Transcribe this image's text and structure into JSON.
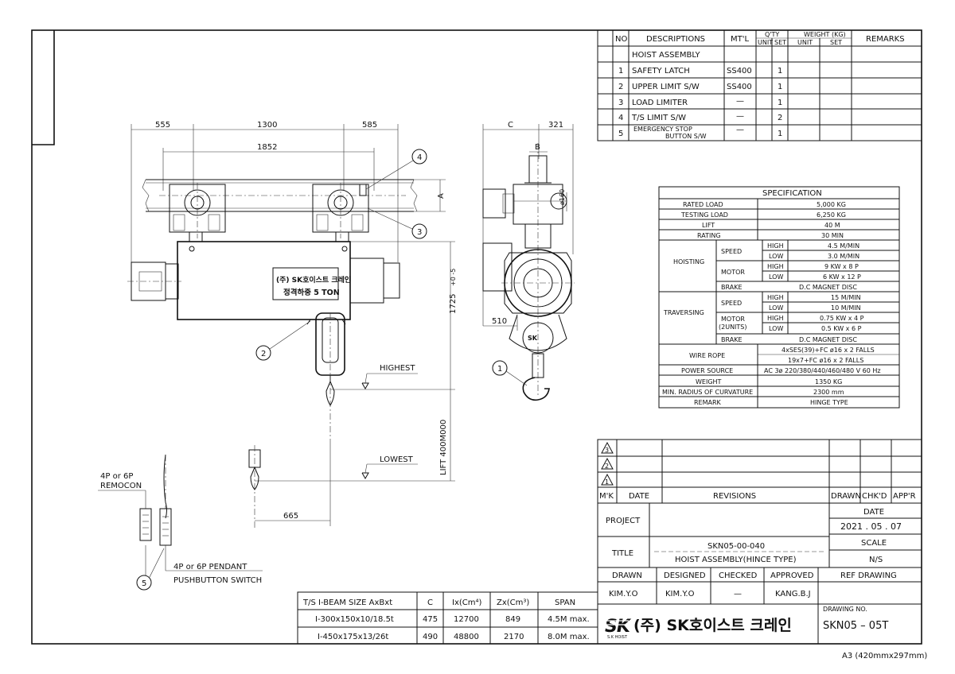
{
  "parts_table": {
    "headers": {
      "no": "NO",
      "descriptions": "DESCRIPTIONS",
      "mtl": "MT'L",
      "qty": "Q'TY",
      "qty_unit": "UNIT",
      "qty_set": "SET",
      "weight": "WEIGHT (KG)",
      "weight_unit": "UNIT",
      "weight_set": "SET",
      "remarks": "REMARKS"
    },
    "rows": [
      {
        "no": "",
        "desc": "HOIST ASSEMBLY",
        "mtl": "",
        "set": ""
      },
      {
        "no": "1",
        "desc": "SAFETY LATCH",
        "mtl": "SS400",
        "set": "1"
      },
      {
        "no": "2",
        "desc": "UPPER LIMIT S/W",
        "mtl": "SS400",
        "set": "1"
      },
      {
        "no": "3",
        "desc": "LOAD LIMITER",
        "mtl": "—",
        "set": "1"
      },
      {
        "no": "4",
        "desc": "T/S LIMIT S/W",
        "mtl": "—",
        "set": "2"
      },
      {
        "no": "5",
        "desc": "EMERGENCY STOP",
        "desc2": "BUTTON S/W",
        "mtl": "—",
        "set": "1"
      }
    ]
  },
  "spec": {
    "title": "SPECIFICATION",
    "rated_load": {
      "label": "RATED LOAD",
      "value": "5,000 KG"
    },
    "testing_load": {
      "label": "TESTING LOAD",
      "value": "6,250 KG"
    },
    "lift": {
      "label": "LIFT",
      "value": "40 M"
    },
    "rating": {
      "label": "RATING",
      "value": "30 MIN"
    },
    "hoisting": {
      "label": "HOISTING",
      "speed": "SPEED",
      "motor": "MOTOR",
      "brake": "BRAKE",
      "high": "HIGH",
      "low": "LOW",
      "speed_high": "4.5 M/MIN",
      "speed_low": "3.0 M/MIN",
      "motor_high": "9 KW x 8 P",
      "motor_low": "6 KW x 12 P",
      "brake_value": "D.C MAGNET DISC"
    },
    "traversing": {
      "label": "TRAVERSING",
      "speed": "SPEED",
      "motor": "MOTOR",
      "motor2": "(2UNITS)",
      "brake": "BRAKE",
      "high": "HIGH",
      "low": "LOW",
      "speed_high": "15 M/MIN",
      "speed_low": "10 M/MIN",
      "motor_high": "0.75 KW x 4 P",
      "motor_low": "0.5 KW x 6 P",
      "brake_value": "D.C MAGNET DISC"
    },
    "wire_rope": {
      "label": "WIRE ROPE",
      "value1": "4xSES(39)+FC ø16 x 2 FALLS",
      "value2": "19x7+FC ø16 x 2 FALLS"
    },
    "power_source": {
      "label": "POWER SOURCE",
      "value": "AC 3ø 220/380/440/460/480 V 60 Hz"
    },
    "weight": {
      "label": "WEIGHT",
      "value": "1350 KG"
    },
    "min_radius": {
      "label": "MIN. RADIUS OF CURVATURE",
      "value": "2300 mm"
    },
    "remark": {
      "label": "REMARK",
      "value": "HINGE TYPE"
    }
  },
  "revisions": {
    "marks": [
      "3",
      "2",
      "1"
    ],
    "mk": "M'K",
    "date": "DATE",
    "revisions": "REVISIONS",
    "drawn": "DRAWN",
    "chkd": "CHK'D",
    "appr": "APP'R"
  },
  "title_block": {
    "project_label": "PROJECT",
    "date_label": "DATE",
    "date_value": "2021 . 05 . 07",
    "title_label": "TITLE",
    "title_line1": "SKN05-00-040",
    "title_line2": "HOIST ASSEMBLY(HINCE TYPE)",
    "scale_label": "SCALE",
    "scale_value": "N/S",
    "drawn": "DRAWN",
    "designed": "DESIGNED",
    "checked": "CHECKED",
    "approved": "APPROVED",
    "ref_drawing": "REF DRAWING",
    "drawn_by": "KIM.Y.O",
    "designed_by": "KIM.Y.O",
    "checked_by": "—",
    "approved_by": "KANG.B.J",
    "drawing_no_label": "DRAWING NO.",
    "drawing_no": "SKN05 – 05T",
    "company": "(주) SK호이스트 크레인",
    "logo_text": "SK",
    "logo_sub": "S.K HOIST"
  },
  "beam_table": {
    "headers": [
      "T/S I-BEAM SIZE AxBxt",
      "C",
      "Ix(Cm⁴)",
      "Zx(Cm³)",
      "SPAN"
    ],
    "rows": [
      [
        "I-300x150x10/18.5t",
        "475",
        "12700",
        "849",
        "4.5M max."
      ],
      [
        "I-450x175x13/26t",
        "490",
        "48800",
        "2170",
        "8.0M max."
      ]
    ]
  },
  "drawing": {
    "dims": {
      "d555": "555",
      "d1300": "1300",
      "d585": "585",
      "d1852": "1852",
      "dA": "A",
      "d1725": "1725",
      "d1725_tol": "+0 -5",
      "lift": "LIFT 400M000",
      "d665": "665",
      "dC": "C",
      "d321": "321",
      "dB": "B",
      "d510": "510",
      "d160": "ø160"
    },
    "body_label1": "(주) SK호이스트 크레인",
    "body_label2": "정격하중 5 TON",
    "highest": "HIGHEST",
    "lowest": "LOWEST",
    "callouts": [
      "1",
      "2",
      "3",
      "4",
      "5"
    ],
    "remocon1": "4P or 6P",
    "remocon2": "REMOCON",
    "pendant1": "4P or 6P PENDANT",
    "pendant2": "PUSHBUTTON SWITCH",
    "hook_label": "SK"
  },
  "paper": "A3 (420mmx297mm)"
}
